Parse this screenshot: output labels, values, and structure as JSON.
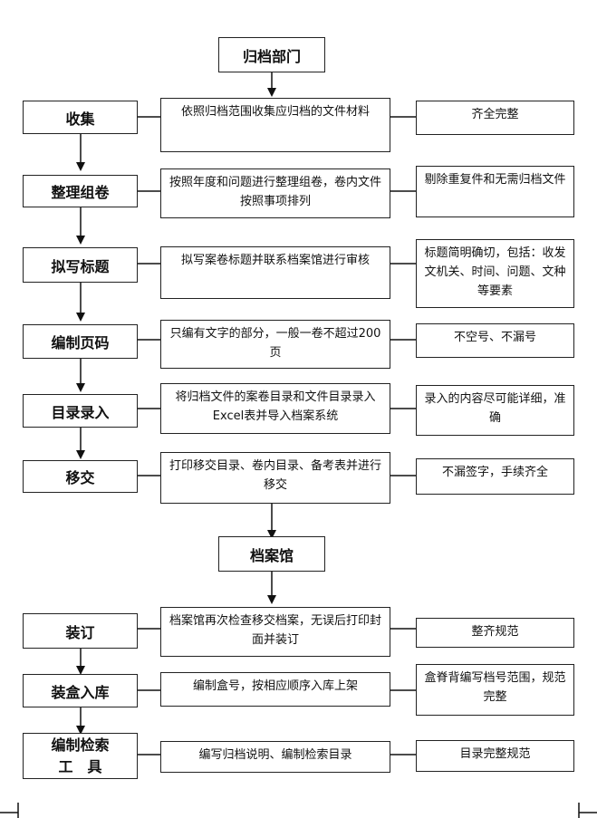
{
  "sections": {
    "dept": "归档部门",
    "archive": "档案馆"
  },
  "steps": [
    {
      "name": "收集",
      "desc": "依照归档范围收集应归档的文件材料",
      "req": "齐全完整"
    },
    {
      "name": "整理组卷",
      "desc": "按照年度和问题进行整理组卷，卷内文件按照事项排列",
      "req": "剔除重复件和无需归档文件"
    },
    {
      "name": "拟写标题",
      "desc": "拟写案卷标题并联系档案馆进行审核",
      "req": "标题简明确切，包括：收发文机关、时间、问题、文种等要素"
    },
    {
      "name": "编制页码",
      "desc": "只编有文字的部分，一般一卷不超过200页",
      "req": "不空号、不漏号"
    },
    {
      "name": "目录录入",
      "desc": "将归档文件的案卷目录和文件目录录入Excel表并导入档案系统",
      "req": "录入的内容尽可能详细，准确"
    },
    {
      "name": "移交",
      "desc": "打印移交目录、卷内目录、备考表并进行移交",
      "req": "不漏签字，手续齐全"
    },
    {
      "name": "装订",
      "desc": "档案馆再次检查移交档案，无误后打印封面并装订",
      "req": "整齐规范"
    },
    {
      "name": "装盒入库",
      "desc": "编制盒号，按相应顺序入库上架",
      "req": "盒脊背编写档号范围，规范完整"
    },
    {
      "name_line1": "编制检索",
      "name_line2": "工　具",
      "desc": "编写归档说明、编制检索目录",
      "req": "目录完整规范"
    }
  ]
}
